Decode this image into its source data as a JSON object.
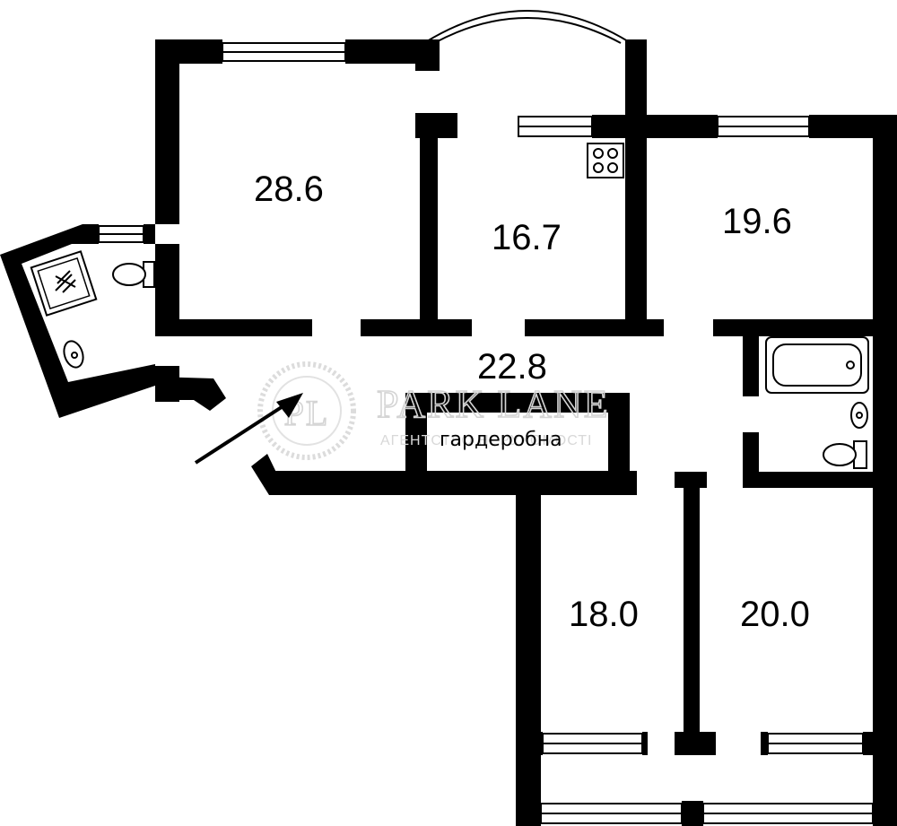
{
  "plan": {
    "rooms": [
      {
        "id": "room-top-left",
        "area": "28.6"
      },
      {
        "id": "kitchen",
        "area": "16.7"
      },
      {
        "id": "room-top-right",
        "area": "19.6"
      },
      {
        "id": "hallway",
        "area": "22.8"
      },
      {
        "id": "room-bottom-left",
        "area": "18.0"
      },
      {
        "id": "room-bottom-right",
        "area": "20.0"
      }
    ],
    "wardrobe_label": "гардеробна",
    "icons": [
      "shower-icon",
      "toilet-icon",
      "sink-icon",
      "stove-icon",
      "bathtub-icon",
      "entrance-arrow-icon"
    ]
  },
  "watermark": {
    "brand": "PARK LANE",
    "tagline": "АГЕНТСТВО НЕРУХОМОСТІ",
    "monogram": "PL"
  }
}
